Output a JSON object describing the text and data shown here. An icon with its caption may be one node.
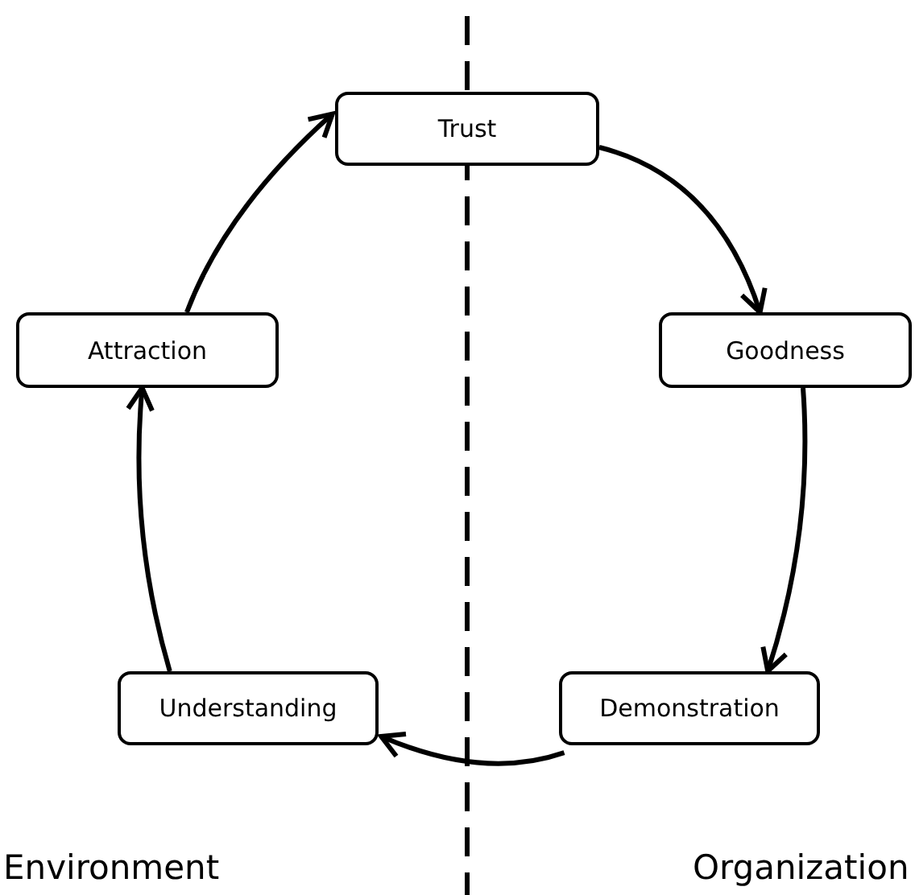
{
  "diagram": {
    "nodes": [
      {
        "text": [
          "Trust"
        ]
      },
      {
        "text": [
          "Goodness"
        ]
      },
      {
        "text": [
          "Demonstration"
        ]
      },
      {
        "text": [
          "Understanding"
        ]
      },
      {
        "text": [
          "Attraction"
        ]
      }
    ],
    "edges": [
      {
        "from": 0,
        "to": 1,
        "arrow": "to"
      },
      {
        "from": 1,
        "to": 2,
        "arrow": "to"
      },
      {
        "from": 2,
        "to": 3,
        "arrow": "to"
      },
      {
        "from": 3,
        "to": 4,
        "arrow": "to"
      },
      {
        "from": 4,
        "to": 0,
        "arrow": "to"
      }
    ],
    "labels": [
      "Environment",
      "Organization"
    ]
  }
}
